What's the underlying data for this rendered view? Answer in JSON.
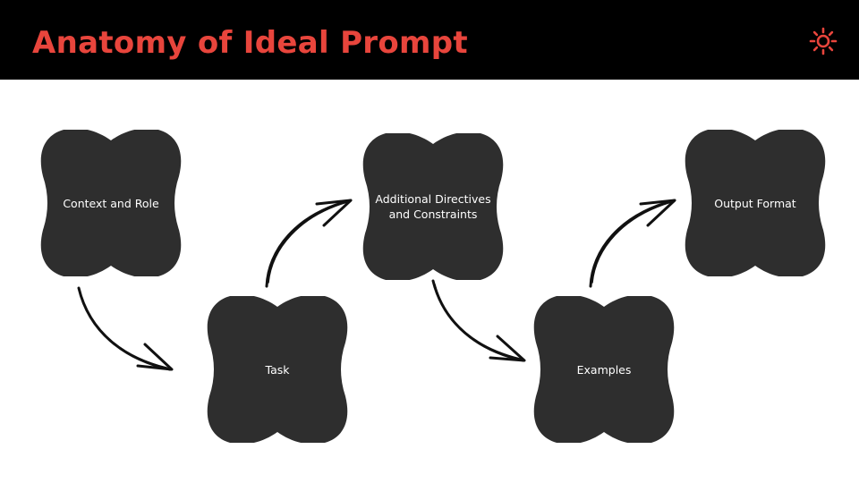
{
  "header": {
    "title": "Anatomy of Ideal Prompt",
    "icon": "sun-icon"
  },
  "colors": {
    "header_bg": "#000000",
    "accent": "#e8453c",
    "node_fill": "#2e2e2e",
    "node_text": "#ffffff",
    "arrow": "#111111",
    "background": "#ffffff"
  },
  "diagram": {
    "nodes": [
      {
        "label": "Context and Role"
      },
      {
        "label": "Task"
      },
      {
        "label": "Additional Directives\nand Constraints"
      },
      {
        "label": "Examples"
      },
      {
        "label": "Output Format"
      }
    ]
  }
}
